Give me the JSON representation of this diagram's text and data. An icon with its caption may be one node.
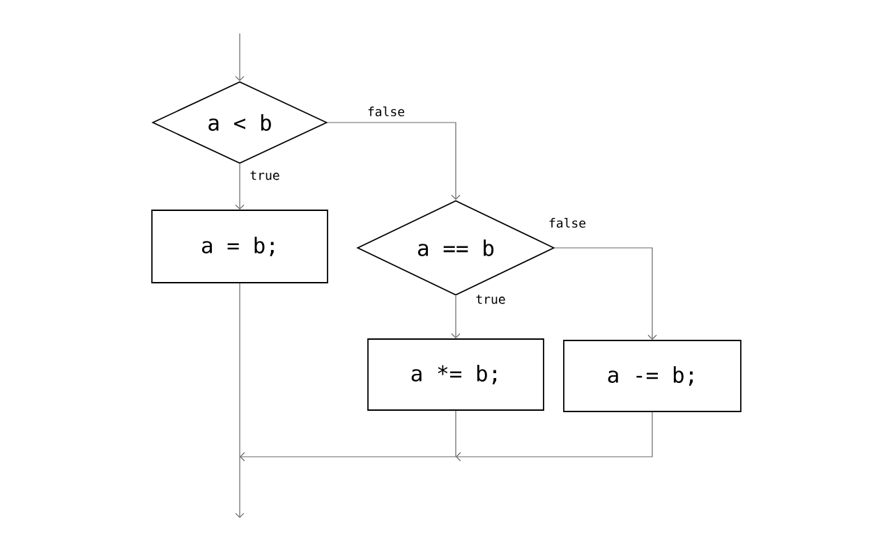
{
  "diagram": {
    "nodes": [
      {
        "text": [
          "a < b"
        ]
      },
      {
        "text": [
          "a = b;"
        ]
      },
      {
        "text": [
          "a == b"
        ]
      },
      {
        "text": [
          "a *= b;"
        ]
      },
      {
        "text": [
          "a -= b;"
        ]
      }
    ],
    "edges": [
      {
        "from": null,
        "to": 0,
        "arrow": "to"
      },
      {
        "from": 0,
        "to": 1,
        "arrow": "to",
        "label": "true"
      },
      {
        "from": 0,
        "to": 2,
        "arrow": "to",
        "label": "false"
      },
      {
        "from": 2,
        "to": 3,
        "arrow": "to",
        "label": "true"
      },
      {
        "from": 2,
        "to": 4,
        "arrow": "to",
        "label": "false"
      },
      {
        "from": 1,
        "to": null,
        "arrow": "to"
      },
      {
        "from": 3,
        "to": null,
        "arrow": "to"
      },
      {
        "from": 4,
        "to": null,
        "arrow": "to"
      }
    ]
  }
}
